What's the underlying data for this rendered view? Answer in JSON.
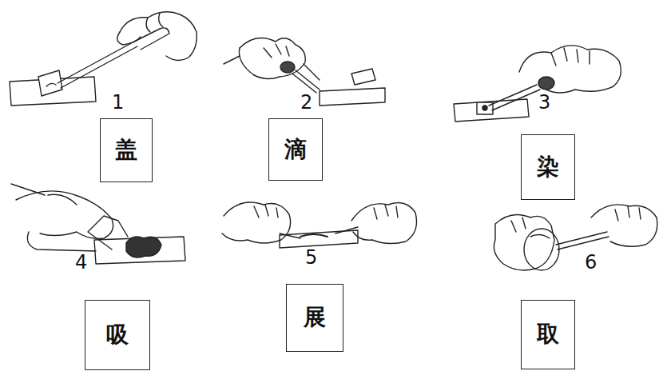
{
  "diagram": {
    "nodes": [
      {
        "text": [
          "盖"
        ]
      },
      {
        "text": [
          "滴"
        ]
      },
      {
        "text": [
          "染"
        ]
      },
      {
        "text": [
          "吸"
        ]
      },
      {
        "text": [
          "展"
        ]
      },
      {
        "text": [
          "取"
        ]
      }
    ],
    "labels": [
      "1",
      "2",
      "3",
      "4",
      "5",
      "6"
    ]
  }
}
